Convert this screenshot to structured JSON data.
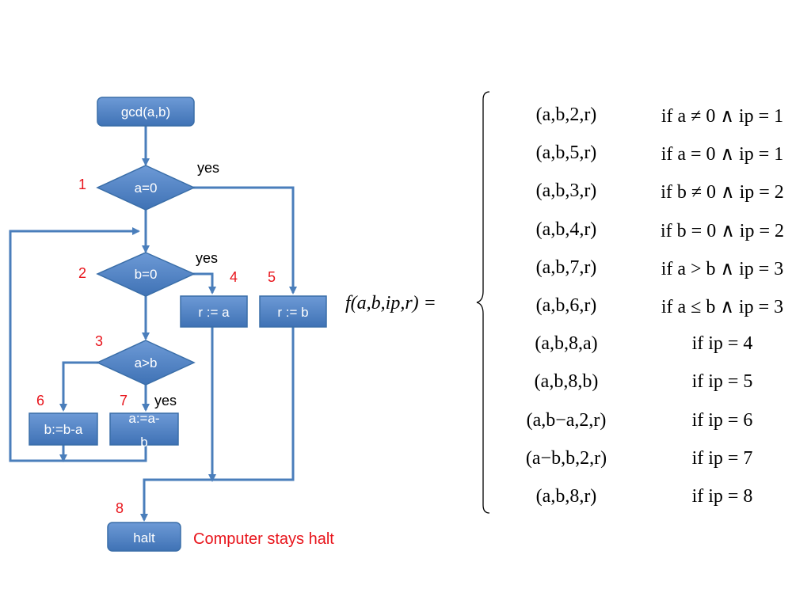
{
  "flowchart": {
    "start": "gcd(a,b)",
    "decision_a0": "a=0",
    "decision_b0": "b=0",
    "decision_agtb": "a>b",
    "box_b_minus_a": "b:=b-a",
    "box_a_minus_b_line1": "a:=a-",
    "box_a_minus_b_line2": "b",
    "box_r_a": "r := a",
    "box_r_b": "r := b",
    "halt": "halt",
    "yes": "yes",
    "step_labels": [
      "1",
      "2",
      "3",
      "4",
      "5",
      "6",
      "7",
      "8"
    ],
    "halt_note": "Computer stays halt"
  },
  "formula": {
    "lhs": "f(a,b,ip,r) =",
    "cases": [
      {
        "expr": "(a,b,2,r)",
        "cond": "if a ≠ 0 ∧ ip = 1"
      },
      {
        "expr": "(a,b,5,r)",
        "cond": "if a = 0 ∧ ip = 1"
      },
      {
        "expr": "(a,b,3,r)",
        "cond": "if b ≠ 0 ∧ ip = 2"
      },
      {
        "expr": "(a,b,4,r)",
        "cond": "if b = 0 ∧ ip = 2"
      },
      {
        "expr": "(a,b,7,r)",
        "cond": "if a > b ∧ ip = 3"
      },
      {
        "expr": "(a,b,6,r)",
        "cond": "if a ≤ b ∧ ip = 3"
      },
      {
        "expr": "(a,b,8,a)",
        "cond": "if ip = 4"
      },
      {
        "expr": "(a,b,8,b)",
        "cond": "if ip = 5"
      },
      {
        "expr": "(a,b−a,2,r)",
        "cond": "if ip = 6"
      },
      {
        "expr": "(a−b,b,2,r)",
        "cond": "if ip = 7"
      },
      {
        "expr": "(a,b,8,r)",
        "cond": "if ip = 8"
      }
    ]
  },
  "colors": {
    "node_fill": "#4f81bd",
    "node_stroke": "#3a6ea8",
    "arrow": "#4a7ebb",
    "label_red": "#e8141b"
  }
}
